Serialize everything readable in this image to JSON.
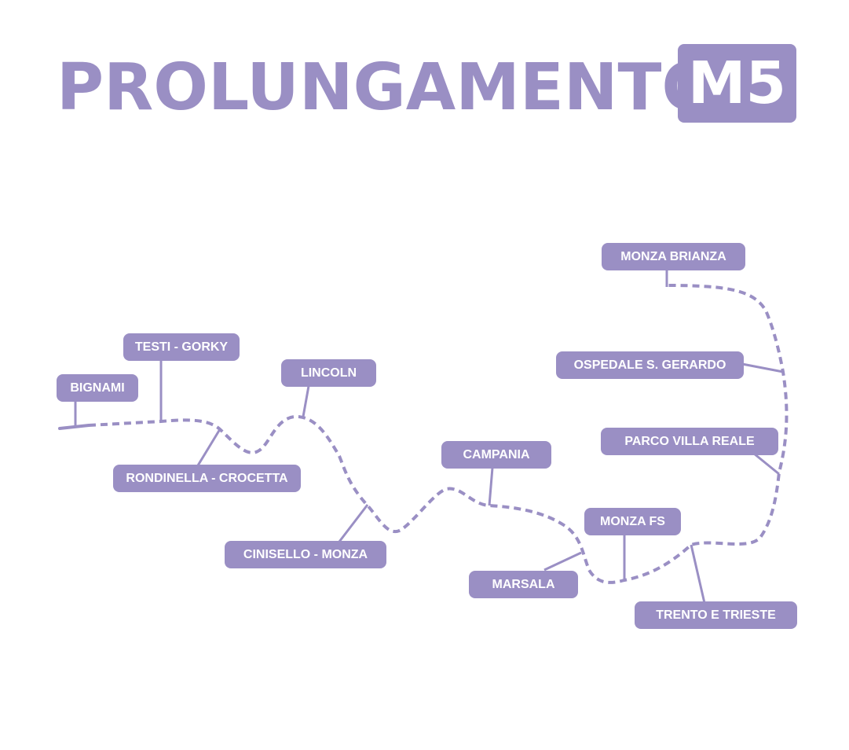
{
  "title": "PROLUNGAMENTO",
  "line_badge": "M5",
  "colors": {
    "accent": "#9a8fc4",
    "background": "#ffffff",
    "text_on_label": "#ffffff"
  },
  "stations": [
    {
      "id": "bignami",
      "label": "BIGNAMI"
    },
    {
      "id": "testi-gorky",
      "label": "TESTI - GORKY"
    },
    {
      "id": "rondinella-crocetta",
      "label": "RONDINELLA - CROCETTA"
    },
    {
      "id": "lincoln",
      "label": "LINCOLN"
    },
    {
      "id": "cinisello-monza",
      "label": "CINISELLO - MONZA"
    },
    {
      "id": "campania",
      "label": "CAMPANIA"
    },
    {
      "id": "marsala",
      "label": "MARSALA"
    },
    {
      "id": "monza-fs",
      "label": "MONZA FS"
    },
    {
      "id": "trento-e-trieste",
      "label": "TRENTO E TRIESTE"
    },
    {
      "id": "parco-villa-reale",
      "label": "PARCO VILLA REALE"
    },
    {
      "id": "ospedale-s-gerardo",
      "label": "OSPEDALE S. GERARDO"
    },
    {
      "id": "monza-brianza",
      "label": "MONZA BRIANZA"
    }
  ]
}
